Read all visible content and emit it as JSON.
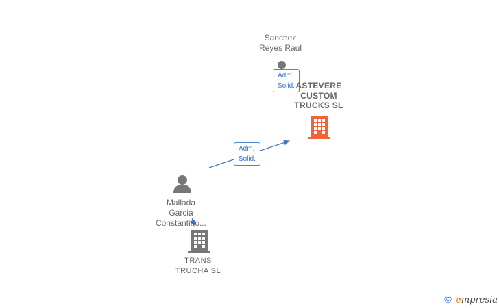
{
  "nodes": {
    "person_top": {
      "line1": "Sanchez",
      "line2": "Reyes Raul"
    },
    "company_main": {
      "line1": "ASTEVERE",
      "line2": "CUSTOM",
      "line3": "TRUCKS  SL"
    },
    "person_left": {
      "line1": "Mallada",
      "line2": "Garcia",
      "line3": "Constantino..."
    },
    "company_small": {
      "line1": "TRANS",
      "line2": "TRUCHA  SL"
    }
  },
  "edges": {
    "edge_top": {
      "role_line1": "Adm.",
      "role_line2": "Solid."
    },
    "edge_left": {
      "role_line1": "Adm.",
      "role_line2": "Solid."
    }
  },
  "colors": {
    "person_icon": "#777777",
    "company_main_icon": "#f0643a",
    "company_small_icon": "#777777",
    "edge": "#3b78c0"
  },
  "watermark": {
    "symbol": "©",
    "brand_initial": "e",
    "brand_rest": "mpresia"
  }
}
